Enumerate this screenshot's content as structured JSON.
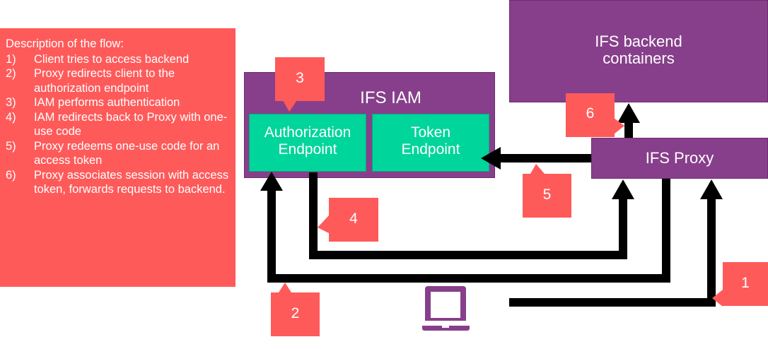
{
  "description": {
    "title": "Description of the flow:",
    "steps": [
      {
        "num": "1)",
        "text": "Client tries to access backend"
      },
      {
        "num": "2)",
        "text": "Proxy redirects client to the authorization endpoint"
      },
      {
        "num": "3)",
        "text": "IAM performs authentication"
      },
      {
        "num": "4)",
        "text": "IAM redirects back to Proxy with one-use code"
      },
      {
        "num": "5)",
        "text": "Proxy redeems one-use code for an access token"
      },
      {
        "num": "6)",
        "text": "Proxy associates session with access token, forwards requests to backend."
      }
    ]
  },
  "nodes": {
    "iam": "IFS IAM",
    "auth_line1": "Authorization",
    "auth_line2": "Endpoint",
    "token_line1": "Token",
    "token_line2": "Endpoint",
    "backend_line1": "IFS backend",
    "backend_line2": "containers",
    "proxy": "IFS Proxy",
    "client": "laptop-client"
  },
  "callouts": {
    "c1": "1",
    "c2": "2",
    "c3": "3",
    "c4": "4",
    "c5": "5",
    "c6": "6"
  },
  "colors": {
    "callout": "#ff5a5a",
    "component": "#873f8b",
    "endpoint": "#00d59b",
    "arrow": "#000000"
  }
}
